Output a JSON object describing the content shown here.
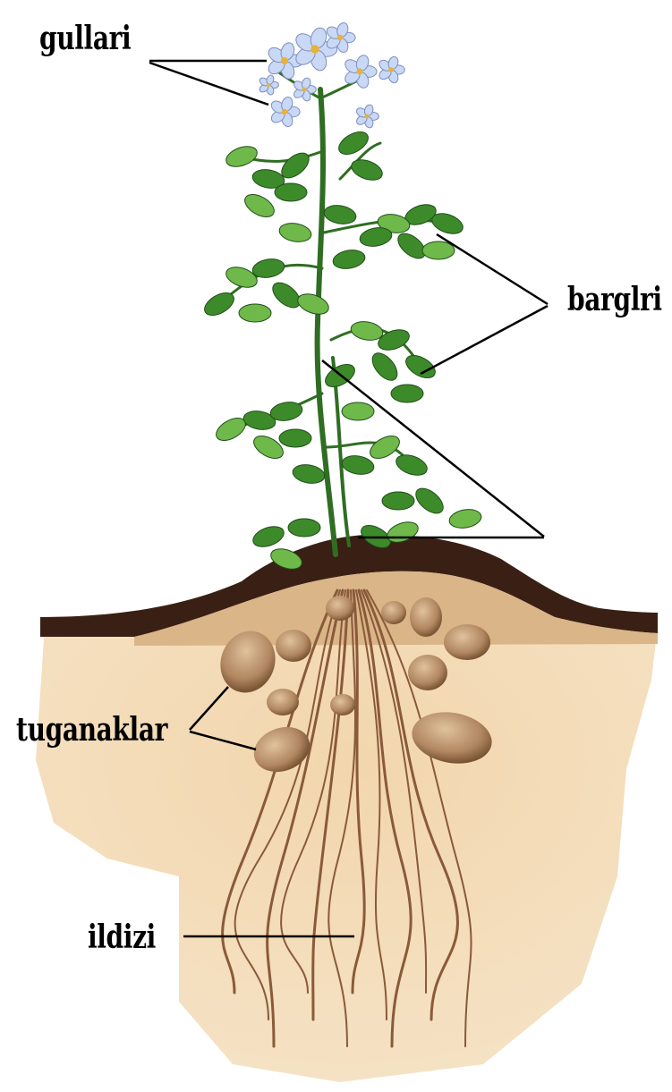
{
  "diagram": {
    "labels": {
      "flowers": "gullari",
      "leaves": "barglri",
      "tubers": "tuganaklar",
      "roots": "ildizi"
    },
    "colors": {
      "soil_dark": "#3a1f14",
      "soil_light": "#e8c9a0",
      "leaf": "#3d8a2a",
      "leaf_light": "#6fb84a",
      "flower": "#c9d8f5",
      "tuber": "#b89066",
      "root": "#8a5a3a",
      "pointer": "#000000"
    }
  }
}
